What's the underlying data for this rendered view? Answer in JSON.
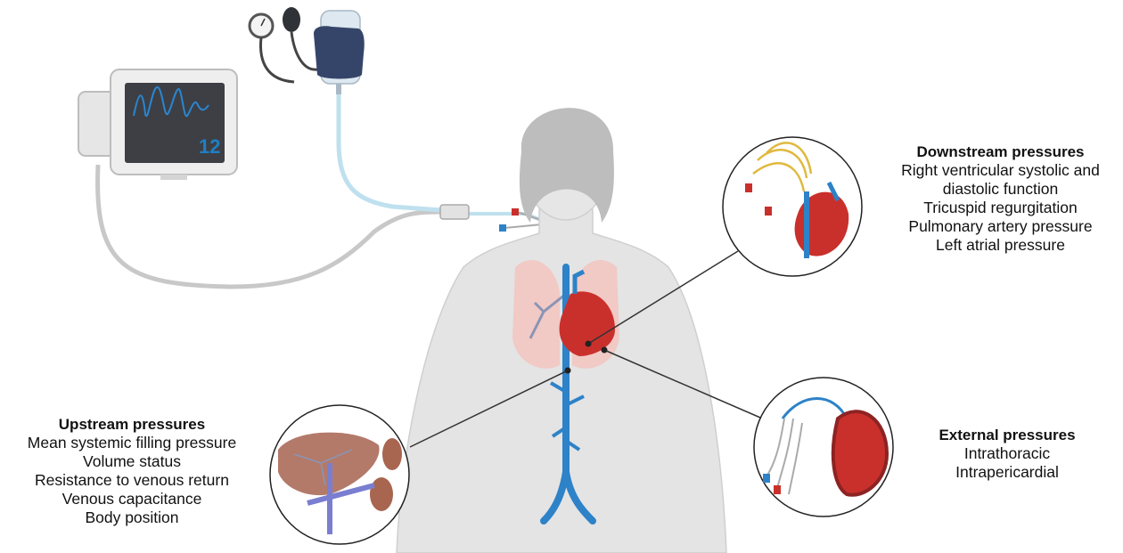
{
  "monitor": {
    "value": "12",
    "waveform_color": "#2a86d0"
  },
  "labels": {
    "downstream": {
      "heading": "Downstream pressures",
      "lines": [
        "Right ventricular systolic and",
        "diastolic function",
        "Tricuspid regurgitation",
        "Pulmonary artery pressure",
        "Left atrial pressure"
      ]
    },
    "upstream": {
      "heading": "Upstream pressures",
      "lines": [
        "Mean systemic filling pressure",
        "Volume status",
        "Resistance to venous return",
        "Venous capacitance",
        "Body position"
      ]
    },
    "external": {
      "heading": "External pressures",
      "lines": [
        "Intrathoracic",
        "Intrapericardial"
      ]
    }
  },
  "colors": {
    "vein_blue": "#2d82c8",
    "heart_red": "#c9302c",
    "lung_pink": "#f3c4c0",
    "body_gray": "#e4e4e4",
    "liver_brown": "#b37a6a",
    "kidney_brown": "#a8654f",
    "tube_blue": "#bfe0ee",
    "cable_gray": "#bdbdbd"
  },
  "icons": [
    "patient-monitor-icon",
    "pressure-gauge-icon",
    "bulb-pump-icon",
    "iv-bag-icon",
    "pressure-transducer-icon",
    "heart-icon",
    "lungs-icon",
    "liver-icon",
    "kidney-icon",
    "catheter-icon"
  ]
}
